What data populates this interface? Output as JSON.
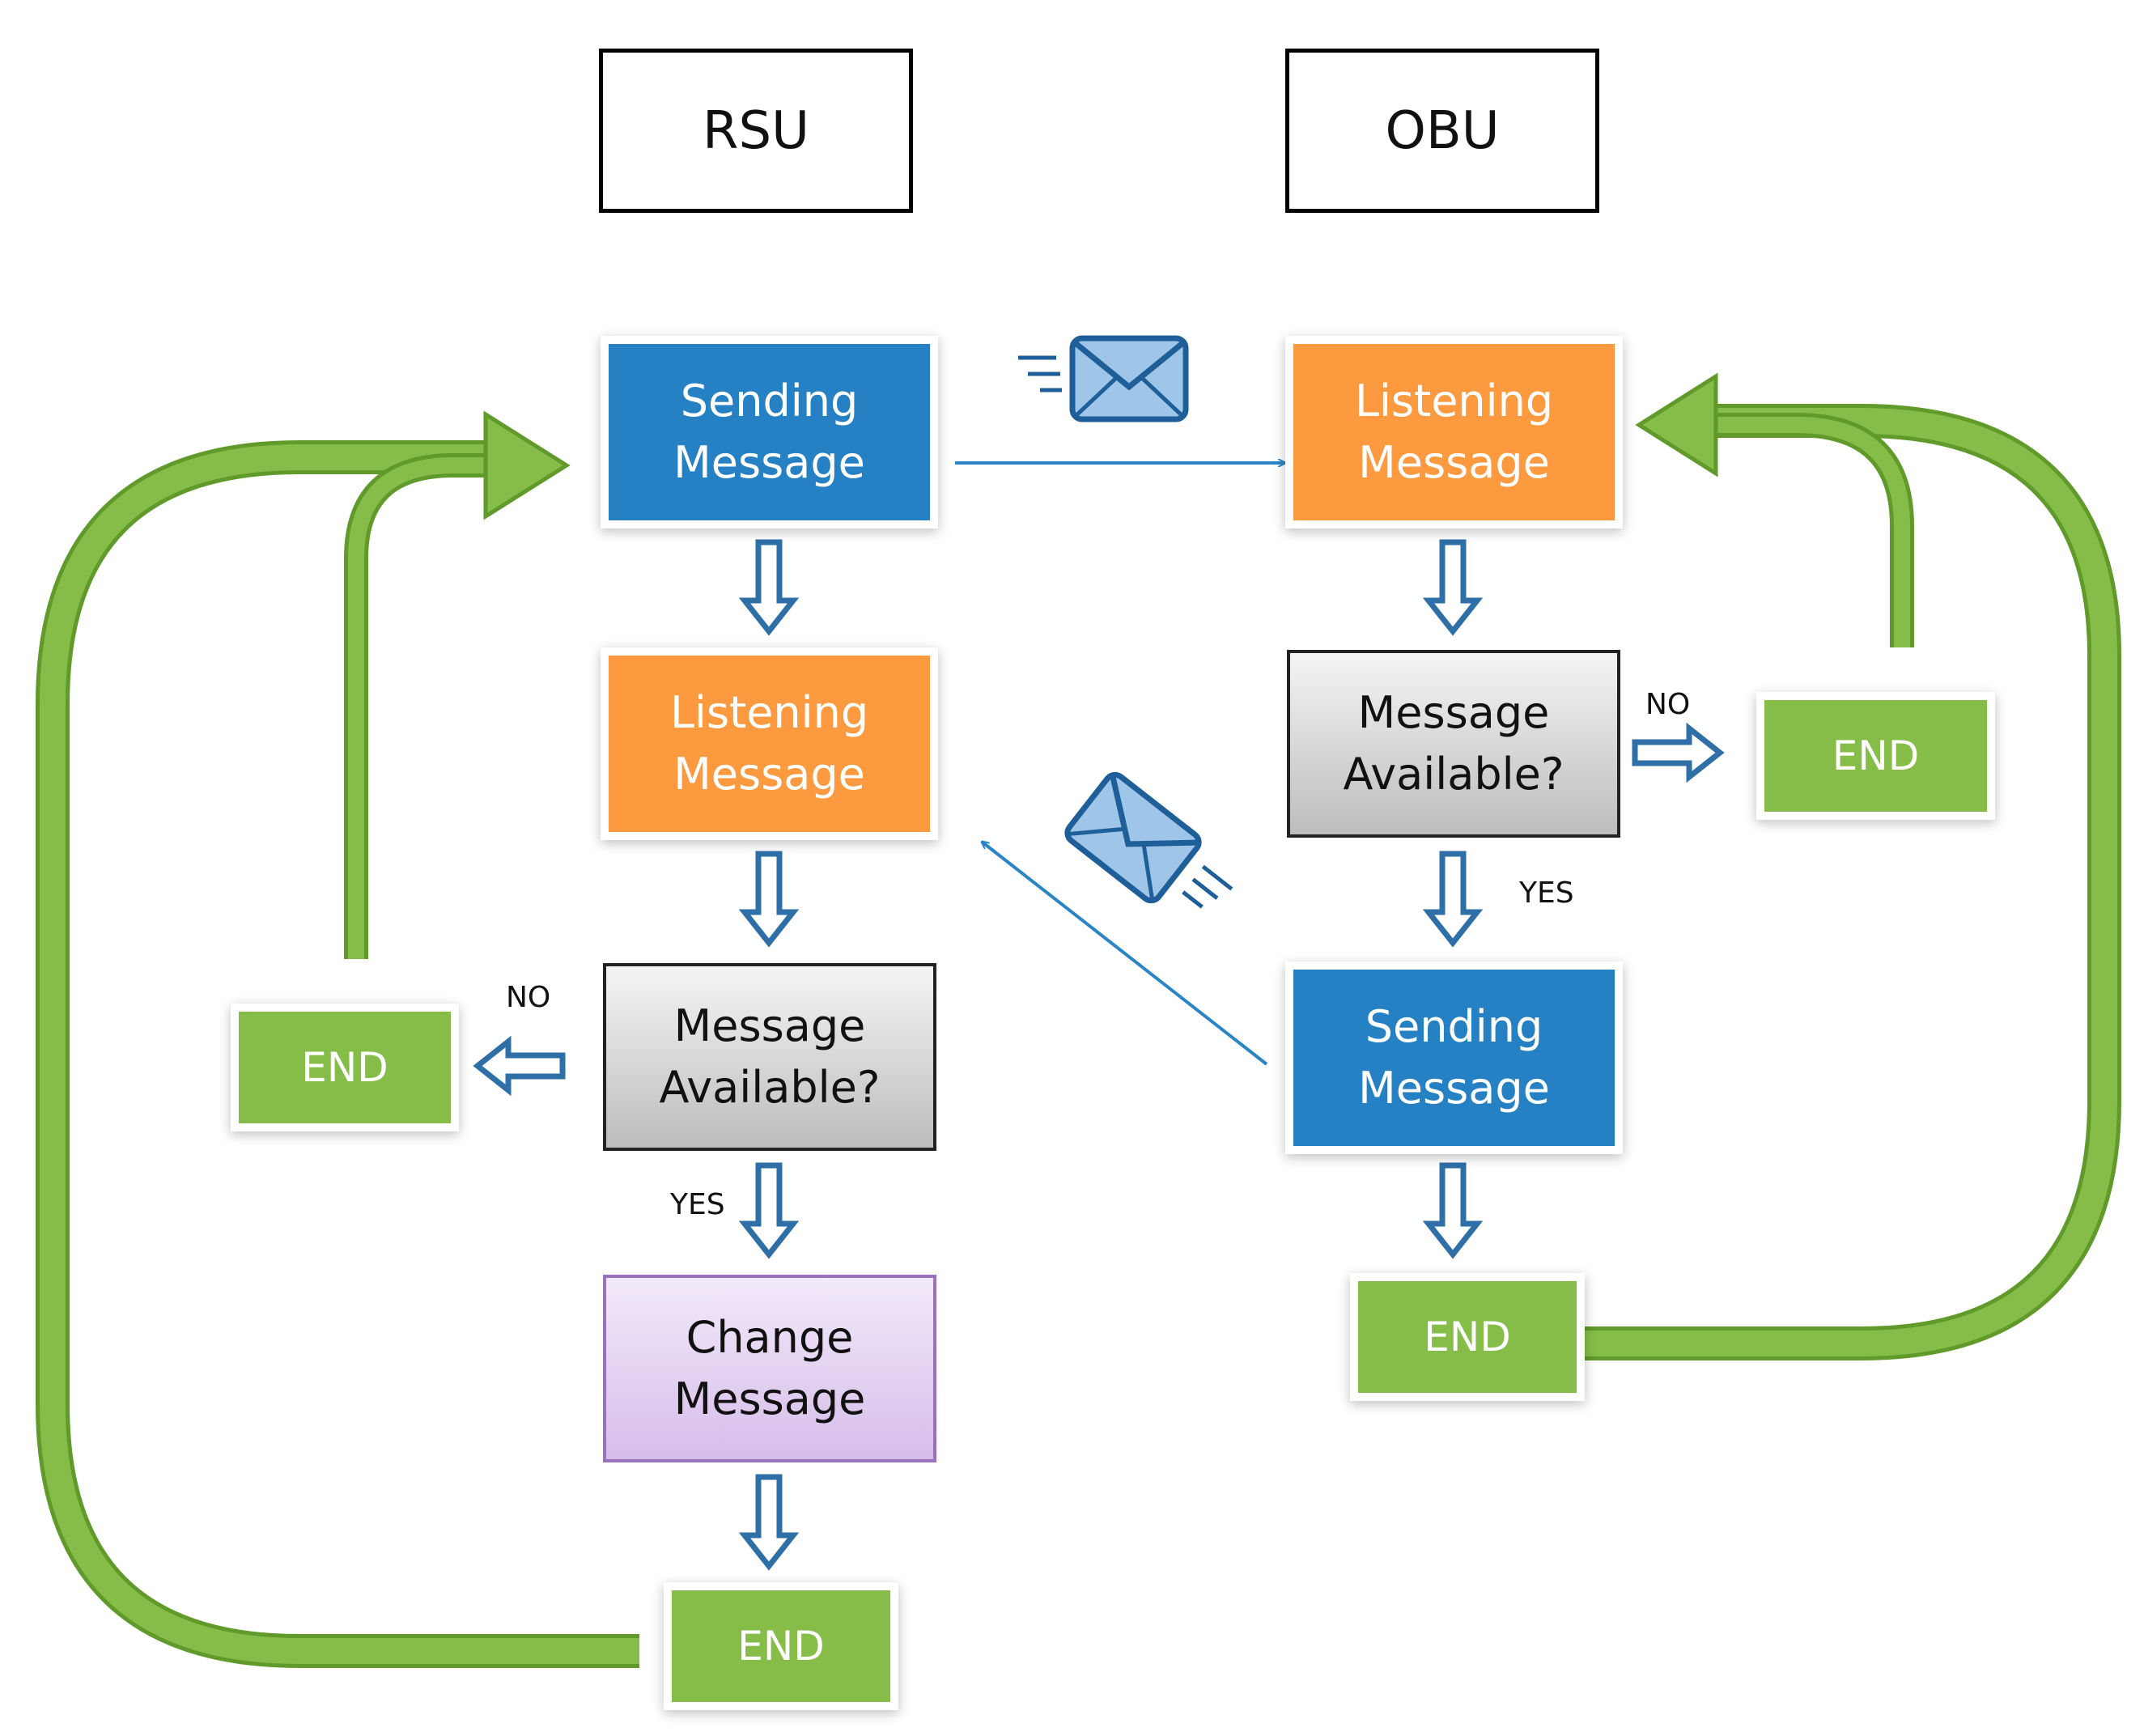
{
  "headers": {
    "rsu": "RSU",
    "obu": "OBU"
  },
  "rsu": {
    "sending": "Sending\nMessage",
    "listening": "Listening\nMessage",
    "available": "Message\nAvailable?",
    "change": "Change\nMessage",
    "end_no": "END",
    "end": "END",
    "no_label": "NO",
    "yes_label": "YES"
  },
  "obu": {
    "listening": "Listening\nMessage",
    "available": "Message\nAvailable?",
    "sending": "Sending\nMessage",
    "end_no": "END",
    "end": "END",
    "no_label": "NO",
    "yes_label": "YES"
  },
  "colors": {
    "blue": "#2581c4",
    "orange": "#fd9a40",
    "green": "#86bd48",
    "loop_green": "#7db53e",
    "hollow_arrow": "#2e6fa7",
    "message_arrow": "#2b84c6",
    "envelope_fill": "#9fc5e8",
    "envelope_stroke": "#1f5f99"
  },
  "icons": [
    "envelope-icon",
    "envelope-icon"
  ]
}
